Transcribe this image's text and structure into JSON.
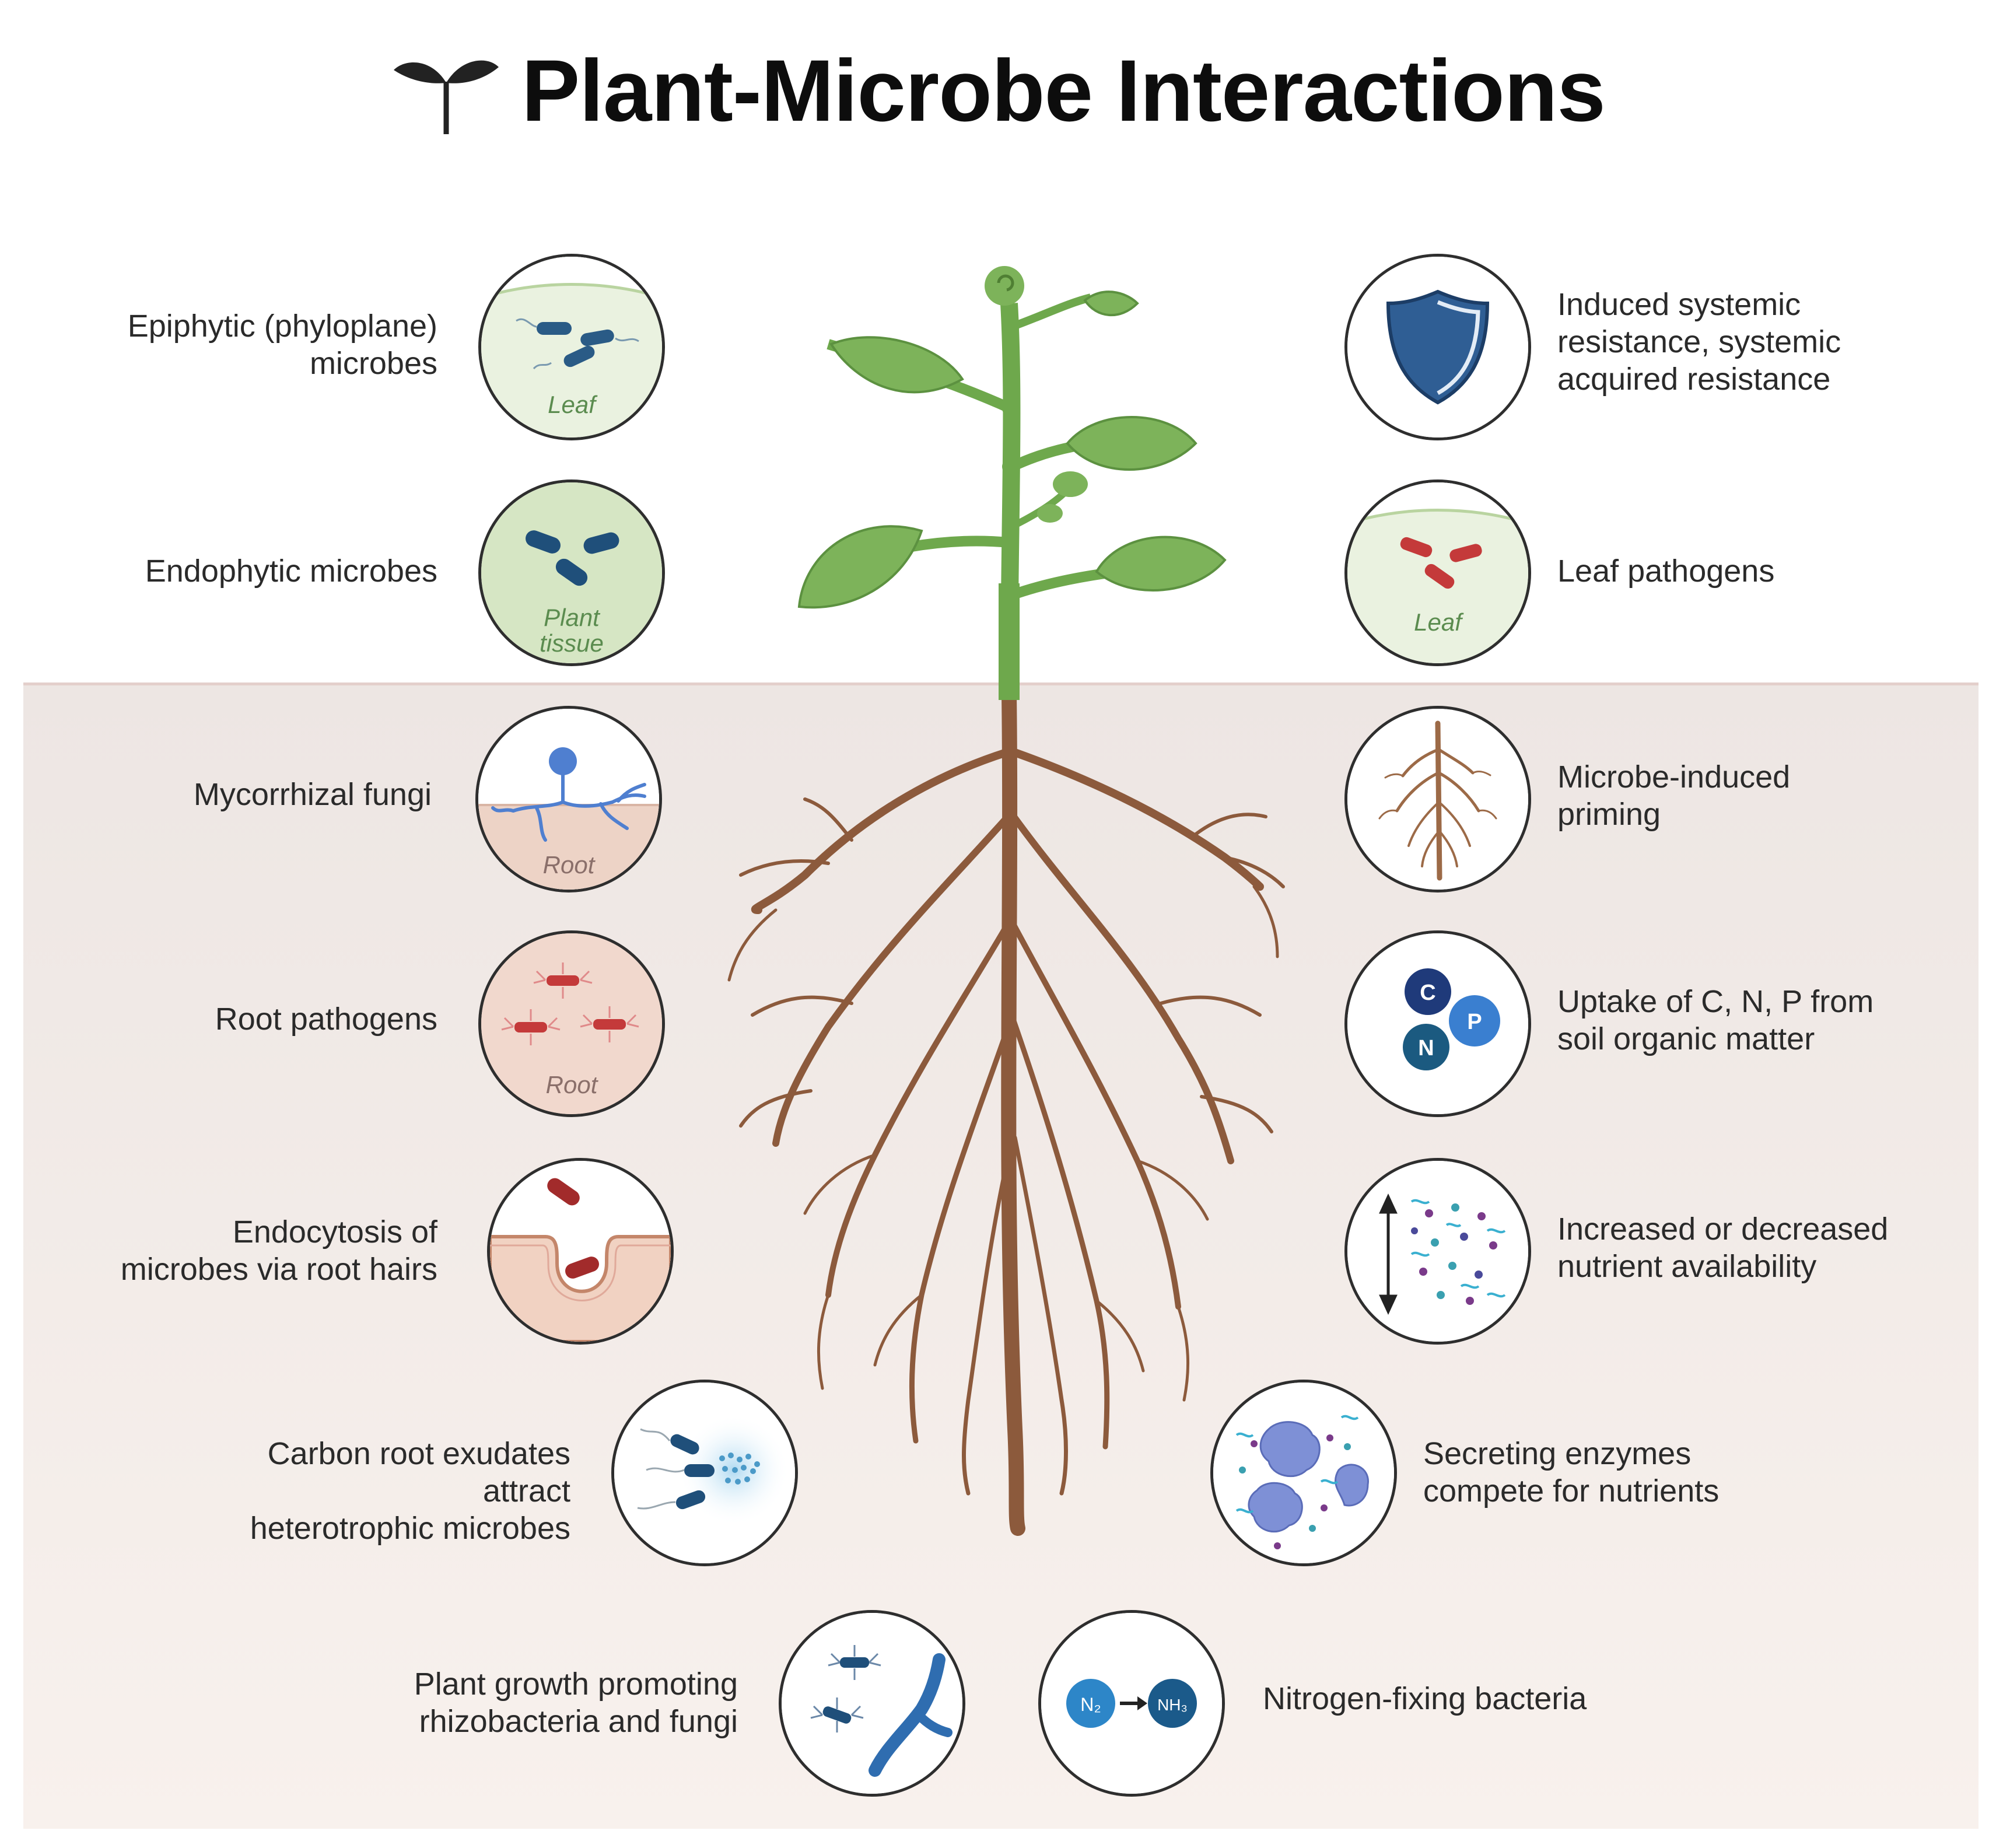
{
  "title": "Plant-Microbe Interactions",
  "colors": {
    "stem": "#6ea84c",
    "leaf": "#7db35a",
    "root": "#8c5a3c",
    "soil": "#f3ebe7",
    "microbe_blue": "#1f4f7a",
    "pathogen_red": "#c43a3a"
  },
  "left": [
    {
      "label": "Epiphytic (phyloplane)\nmicrobes",
      "inner": "Leaf"
    },
    {
      "label": "Endophytic microbes",
      "inner": "Plant\ntissue"
    },
    {
      "label": "Mycorrhizal fungi",
      "inner": "Root"
    },
    {
      "label": "Root pathogens",
      "inner": "Root"
    },
    {
      "label": "Endocytosis of\nmicrobes via root hairs"
    },
    {
      "label": "Carbon root exudates attract\nheterotrophic microbes"
    },
    {
      "label": "Plant growth promoting\nrhizobacteria and fungi"
    }
  ],
  "right": [
    {
      "label": "Induced systemic\nresistance, systemic\nacquired resistance",
      "icon": "shield-icon"
    },
    {
      "label": "Leaf pathogens",
      "inner": "Leaf"
    },
    {
      "label": "Microbe-induced\npriming",
      "icon": "root-icon"
    },
    {
      "label": "Uptake of C, N, P from\nsoil organic matter",
      "atoms": [
        "C",
        "P",
        "N"
      ]
    },
    {
      "label": "Increased or decreased\nnutrient availability",
      "icon": "up-down-arrow-icon"
    },
    {
      "label": "Secreting enzymes\ncompete for nutrients",
      "icon": "enzyme-icon"
    },
    {
      "label": "Nitrogen-fixing bacteria",
      "from": "N₂",
      "to": "NH₃"
    }
  ]
}
